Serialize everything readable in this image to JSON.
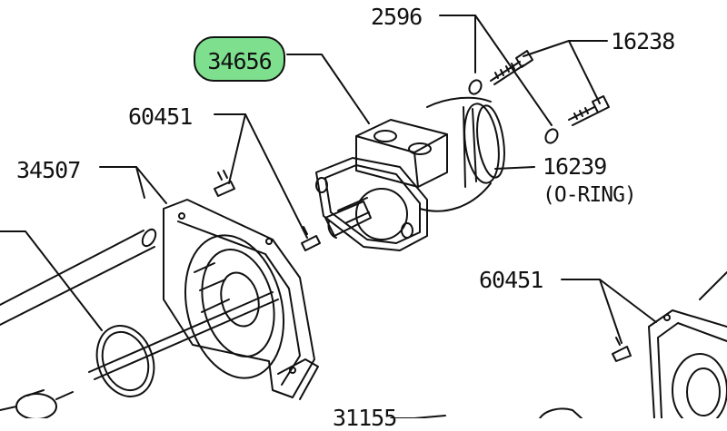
{
  "colors": {
    "highlight": "#7ee08f",
    "ink": "#111111"
  },
  "selected_part": "34656",
  "callouts": {
    "c2596": "2596",
    "c16238": "16238",
    "c60451_top": "60451",
    "c34507": "34507",
    "c16239": "16239",
    "c16239_note": "(O-RING)",
    "c60451_right": "60451",
    "c31155": "31155"
  }
}
